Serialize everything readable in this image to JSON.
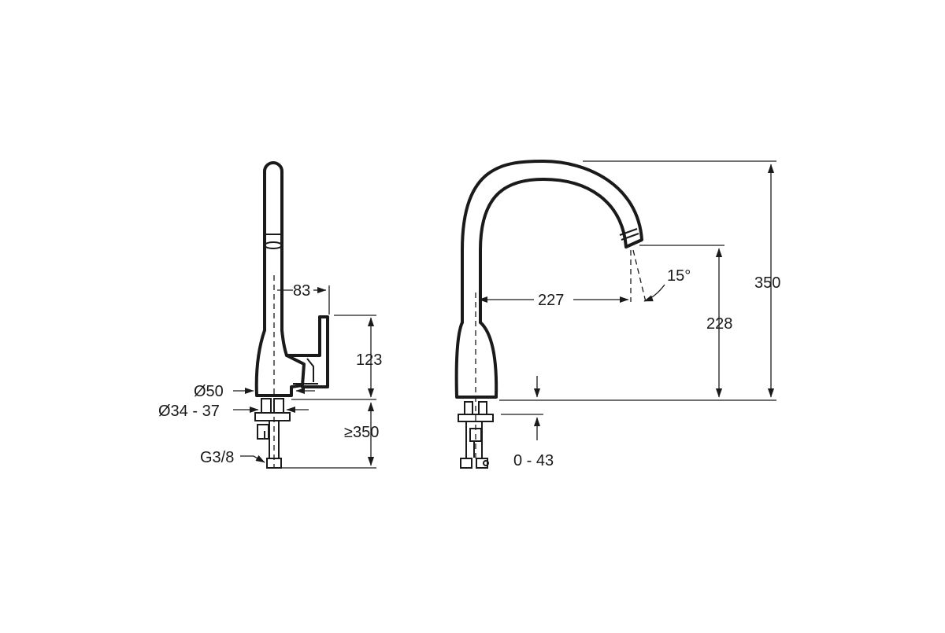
{
  "side_view": {
    "dim_83": "83",
    "dim_123": "123",
    "dim_diameter_50": "Ø50",
    "dim_diameter_34_37": "Ø34 - 37",
    "dim_min_350": "≥350",
    "dim_thread": "G3/8"
  },
  "front_view": {
    "dim_227": "227",
    "dim_228": "228",
    "dim_350": "350",
    "dim_angle": "15°",
    "dim_0_43": "0 - 43"
  }
}
